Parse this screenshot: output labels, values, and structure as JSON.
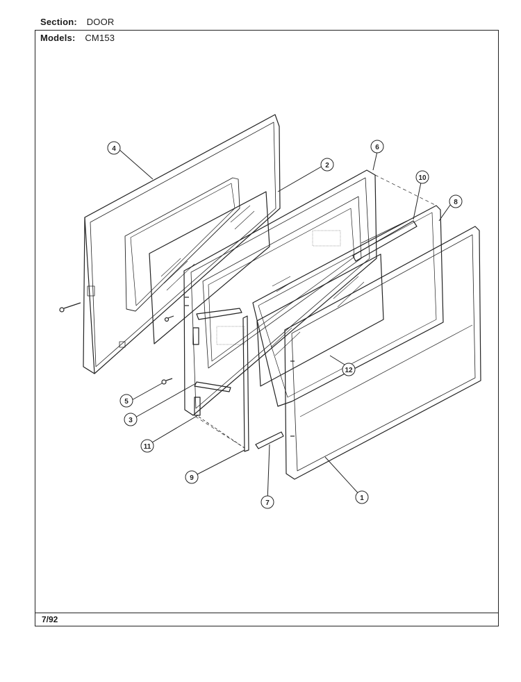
{
  "header": {
    "section_label": "Section:",
    "section_value": "DOOR",
    "models_label": "Models:",
    "models_value": "CM153"
  },
  "footer": {
    "date": "7/92"
  },
  "callouts": [
    "1",
    "2",
    "3",
    "4",
    "5",
    "6",
    "7",
    "8",
    "9",
    "10",
    "11",
    "12"
  ]
}
